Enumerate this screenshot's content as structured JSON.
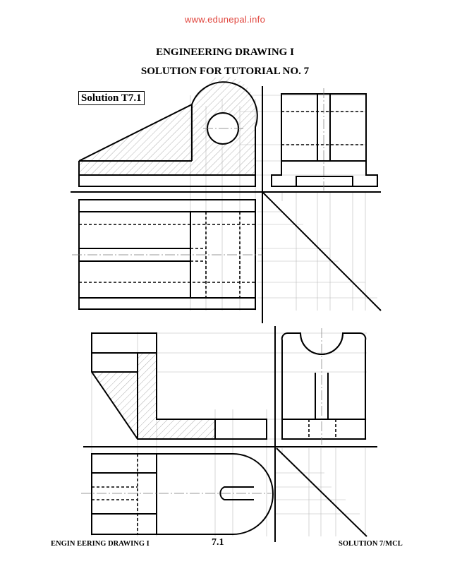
{
  "watermark": "www.edunepal.info",
  "header": {
    "line1": "ENGINEERING DRAWING I",
    "line2": "SOLUTION FOR TUTORIAL NO. 7"
  },
  "figure_label": "Solution T7.1",
  "footer": {
    "left": "ENGIN EERING DRAWING I",
    "page": "7.1",
    "right": "SOLUTION   7/MCL"
  },
  "colors": {
    "watermark": "#e0443c",
    "line": "#000000",
    "hatch": "#9a9a9a",
    "construction": "#b8b8b8"
  }
}
